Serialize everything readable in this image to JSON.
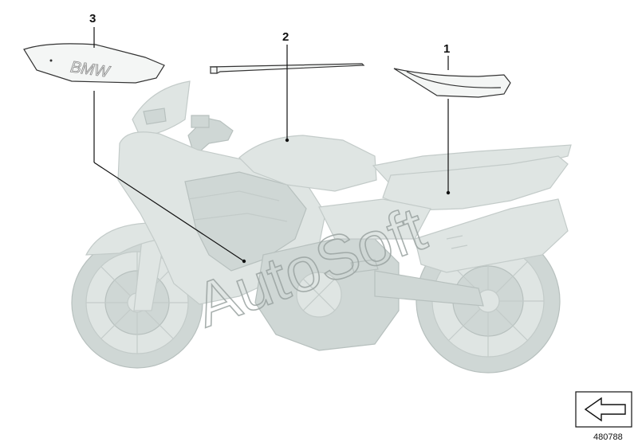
{
  "callouts": [
    {
      "number": "1"
    },
    {
      "number": "2"
    },
    {
      "number": "3"
    }
  ],
  "decal_text": "BMW",
  "watermark": "AutoSoft",
  "diagram_id": "480788",
  "nav": {
    "icon": "arrow-left-icon"
  }
}
